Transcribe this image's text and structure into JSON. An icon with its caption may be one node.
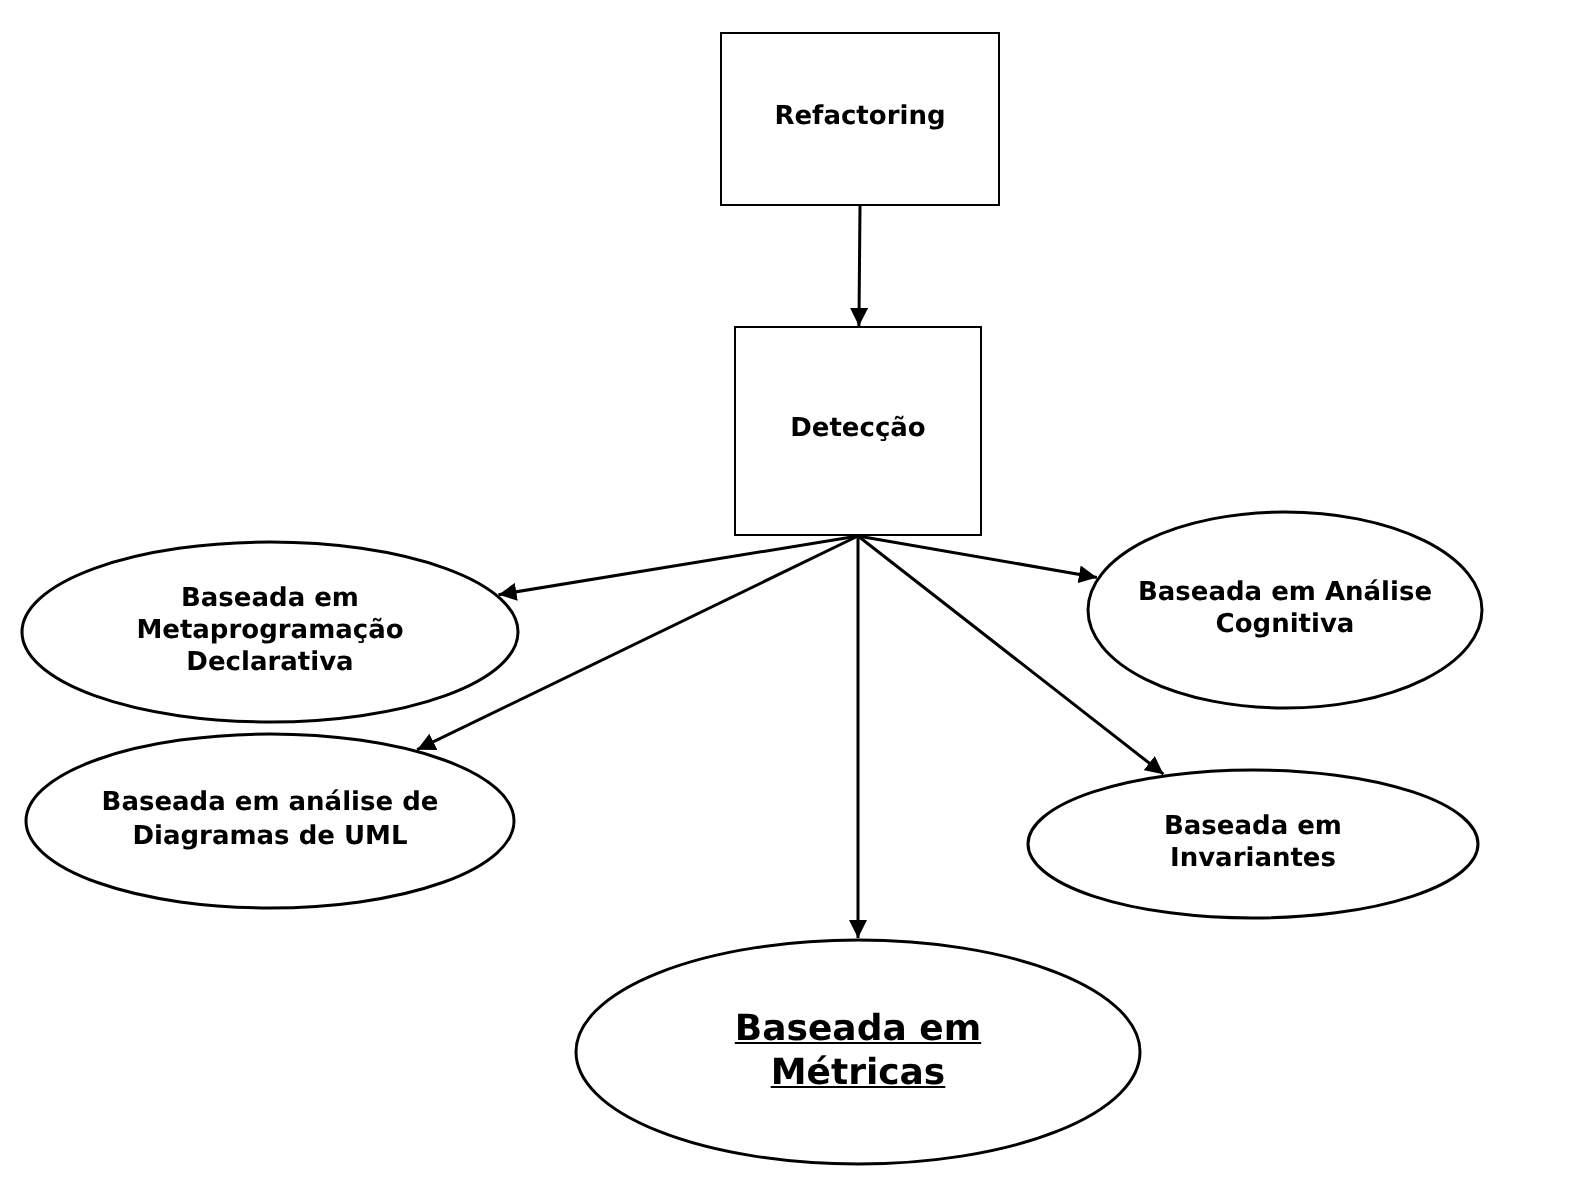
{
  "diagram": {
    "nodes": [
      {
        "text": [
          "Refactoring"
        ]
      },
      {
        "text": [
          "Detecção"
        ]
      },
      {
        "text": [
          "Baseada em Metaprogramação Declarativa"
        ]
      },
      {
        "text": [
          "Baseada em Análise Cognitiva"
        ]
      },
      {
        "text": [
          "Baseada em análise de Diagramas de UML"
        ]
      },
      {
        "text": [
          "Baseada em Invariantes"
        ]
      },
      {
        "text": [
          "Baseada em Métricas"
        ]
      }
    ],
    "edges": [
      {
        "from": 0,
        "to": 1,
        "arrow": "to"
      },
      {
        "from": 1,
        "to": 2,
        "arrow": "to"
      },
      {
        "from": 1,
        "to": 3,
        "arrow": "to"
      },
      {
        "from": 1,
        "to": 4,
        "arrow": "to"
      },
      {
        "from": 1,
        "to": 5,
        "arrow": "to"
      },
      {
        "from": 1,
        "to": 6,
        "arrow": "to"
      }
    ]
  }
}
